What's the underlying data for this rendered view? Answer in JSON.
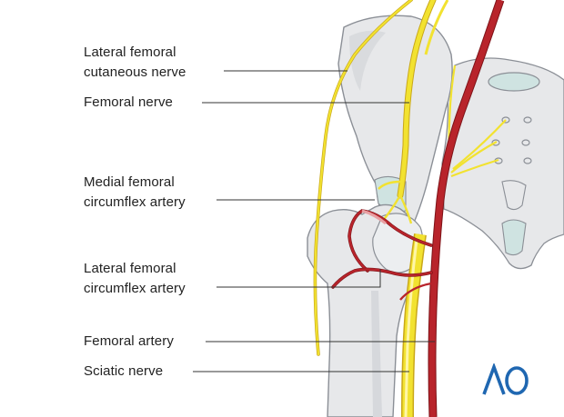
{
  "labels": {
    "lateral_femoral_cutaneous_nerve": [
      "Lateral femoral",
      "cutaneous nerve"
    ],
    "femoral_nerve": "Femoral nerve",
    "medial_femoral_circumflex_artery": [
      "Medial femoral",
      "circumflex artery"
    ],
    "lateral_femoral_circumflex_artery": [
      "Lateral femoral",
      "circumflex artery"
    ],
    "femoral_artery": "Femoral artery",
    "sciatic_nerve": "Sciatic nerve"
  },
  "logo": {
    "text": "AO",
    "color": "#1f67b1"
  },
  "colors": {
    "bone": "#e7e8ea",
    "bone_outline": "#8b8f96",
    "cartilage": "#cfe3e1",
    "nerve": "#f2e230",
    "nerve_outline": "#c9a81a",
    "artery": "#b8242b",
    "leader_line": "#333333",
    "text": "#222222"
  }
}
